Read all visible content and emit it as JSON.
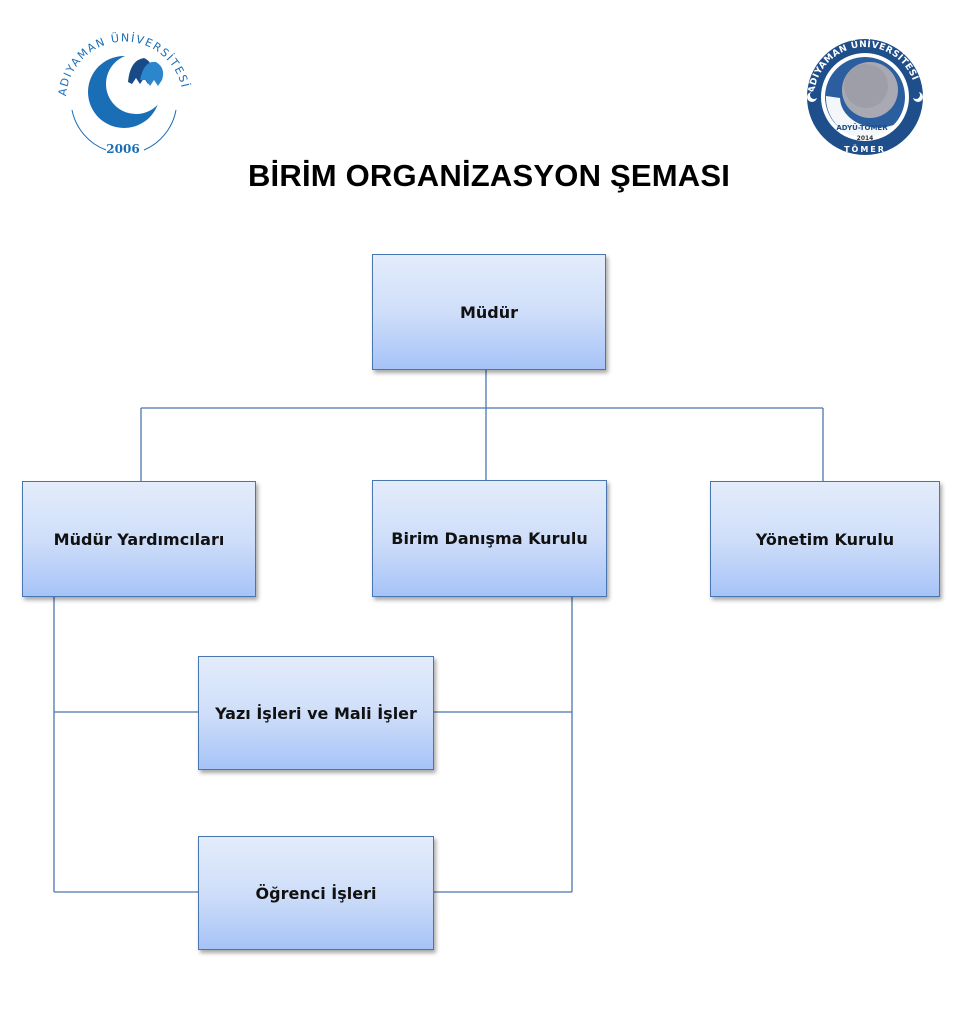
{
  "header": {
    "title": "BİRİM ORGANİZASYON ŞEMASI",
    "left_logo": {
      "name": "adiyaman-universitesi-logo",
      "text": "ADIYAMAN ÜNİVERSİTESİ",
      "year": "2006",
      "color": "#1a6eb5"
    },
    "right_logo": {
      "name": "adyu-tomer-logo",
      "text": "ADIYAMAN ÜNİVERSİTESİ",
      "inner_text": "ADYÜ-TÖMER",
      "year": "2014",
      "bottom_text": "TÖMER",
      "color": "#1f4f8a"
    }
  },
  "chart": {
    "nodes": [
      {
        "id": "mudur",
        "label": "Müdür"
      },
      {
        "id": "mudur-yardimcilari",
        "label": "Müdür Yardımcıları",
        "parent": "mudur"
      },
      {
        "id": "birim-danisma-kurulu",
        "label": "Birim Danışma Kurulu",
        "parent": "mudur"
      },
      {
        "id": "yonetim-kurulu",
        "label": "Yönetim Kurulu",
        "parent": "mudur"
      },
      {
        "id": "yazi-isleri",
        "label": "Yazı İşleri ve Mali İşler",
        "parents": [
          "mudur-yardimcilari",
          "birim-danisma-kurulu"
        ]
      },
      {
        "id": "ogrenci-isleri",
        "label": "Öğrenci İşleri",
        "parents": [
          "mudur-yardimcilari",
          "birim-danisma-kurulu"
        ]
      }
    ],
    "colors": {
      "border": "#4a76b0",
      "fill_top": "#e3ecfb",
      "fill_bottom": "#a6c3f7",
      "line": "#4a76b0"
    }
  }
}
